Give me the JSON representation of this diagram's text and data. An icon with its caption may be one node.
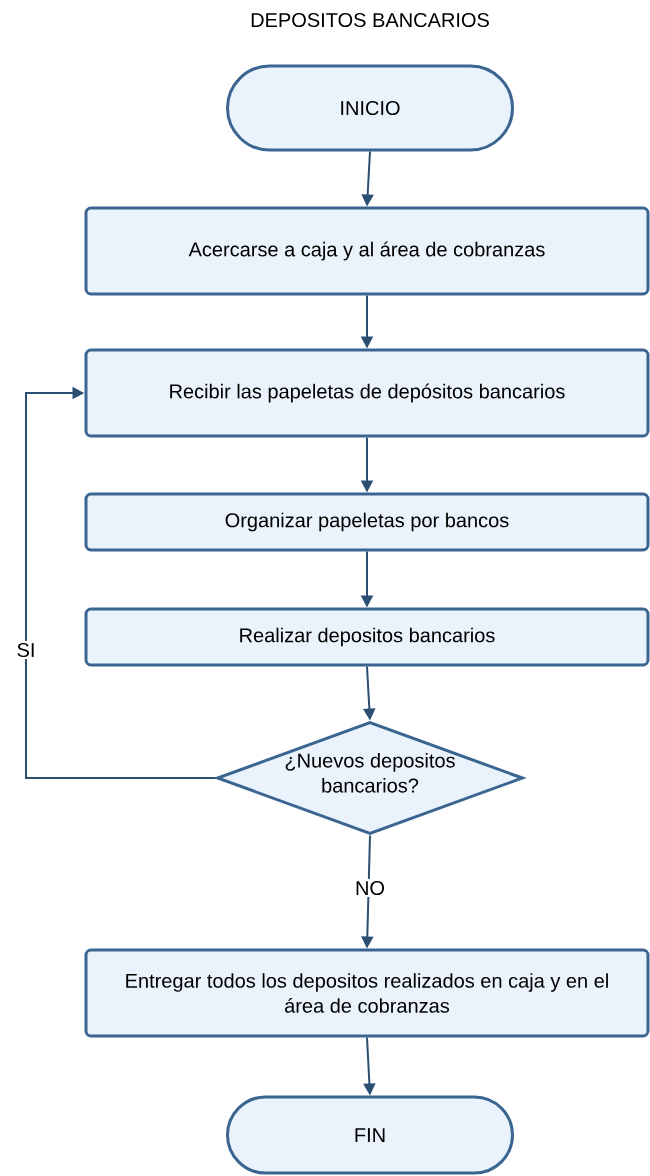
{
  "diagram": {
    "title": "DEPOSITOS BANCARIOS",
    "nodes": [
      {
        "text": [
          "INICIO"
        ]
      },
      {
        "text": [
          "Acercarse a caja y al área de cobranzas"
        ]
      },
      {
        "text": [
          "Recibir las papeletas de depósitos bancarios"
        ]
      },
      {
        "text": [
          "Organizar papeletas por bancos"
        ]
      },
      {
        "text": [
          "Realizar depositos bancarios"
        ]
      },
      {
        "text": [
          "¿Nuevos depositos bancarios?"
        ]
      },
      {
        "text": [
          "Entregar todos los depositos realizados en caja y en el área de cobranzas"
        ]
      },
      {
        "text": [
          "FIN"
        ]
      }
    ],
    "edges": [
      {
        "from": 0,
        "to": 1,
        "arrow": "to"
      },
      {
        "from": 1,
        "to": 2,
        "arrow": "to"
      },
      {
        "from": 2,
        "to": 3,
        "arrow": "to"
      },
      {
        "from": 3,
        "to": 4,
        "arrow": "to"
      },
      {
        "from": 4,
        "to": 5,
        "arrow": "to"
      },
      {
        "from": 5,
        "to": 2,
        "arrow": "to",
        "label": "SI"
      },
      {
        "from": 5,
        "to": 6,
        "arrow": "to",
        "label": "NO"
      },
      {
        "from": 6,
        "to": 7,
        "arrow": "to"
      }
    ]
  }
}
